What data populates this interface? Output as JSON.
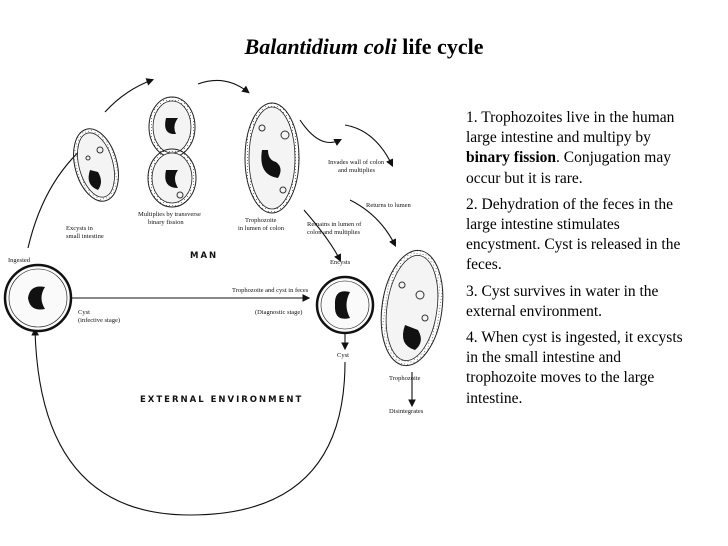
{
  "title": {
    "italic": "Balantidium coli",
    "rest": " life cycle"
  },
  "labels": {
    "ingested": "Ingested",
    "encysts_small": "Excysts in",
    "encysts_small2": "small intestine",
    "multiplies": "Multiplies by transverse",
    "multiplies2": "binary fission",
    "tropho_lumen": "Trophozoite",
    "tropho_lumen2": "in lumen of colon",
    "invades": "Invades wall of colon",
    "invades2": "and multiplies",
    "returns": "Returns to lumen",
    "remains": "Remains in lumen of",
    "remains2": "colon and multiplies",
    "encysts": "Encysts",
    "man": "MAN",
    "tropho_feces": "Trophozoite and cyst in feces",
    "diagnostic": "(Diagnostic stage)",
    "cyst_infective": "Cyst",
    "cyst_infective2": "(infective stage)",
    "cyst": "Cyst",
    "trophozoite": "Trophozoite",
    "disintegrates": "Disintegrates",
    "external": "EXTERNAL ENVIRONMENT"
  },
  "notes": {
    "n1_a": "1.  Trophozoites live in the human large intestine and multipy by ",
    "n1_bold": "binary fission",
    "n1_b": ".  Conjugation may occur but it is rare.",
    "n2": "2.  Dehydration of the feces in the large intestine stimulates encystment.  Cyst is released in the feces.",
    "n3": "3.  Cyst survives in water in the external environment.",
    "n4": "4.  When cyst is ingested, it excysts in the small intestine and trophozoite moves to the large intestine."
  }
}
